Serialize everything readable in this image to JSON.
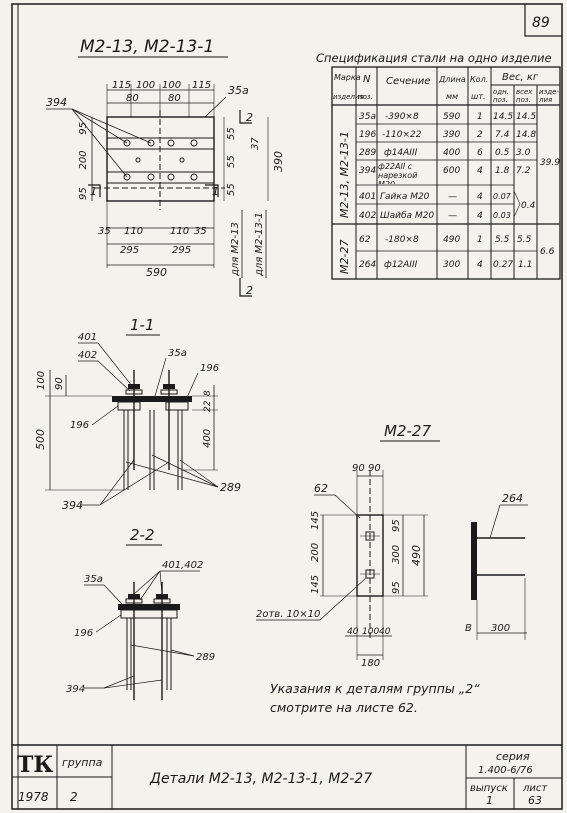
{
  "sheet_number": "89",
  "main_title": "М2-13, М2-13-1",
  "spec_title": "Спецификация стали на одно изделие",
  "spec_table": {
    "headers": {
      "mark": [
        "Марка",
        "изделия"
      ],
      "pos": [
        "N",
        "поз."
      ],
      "section": "Сечение",
      "length": [
        "Длина",
        "мм"
      ],
      "qty": [
        "Кол.",
        "шт."
      ],
      "weight": "Вес, кг",
      "weight_one": [
        "одн.",
        "поз."
      ],
      "weight_all": [
        "всех",
        "поз."
      ],
      "weight_prod": [
        "изде-",
        "лия"
      ]
    },
    "group1_mark": "М2-13, М2-13-1",
    "group2_mark": "М2-27",
    "rows": [
      {
        "pos": "35а",
        "section": "-390×8",
        "length": "590",
        "qty": "1",
        "w_one": "14.5",
        "w_all": "14.5"
      },
      {
        "pos": "196",
        "section": "-110×22",
        "length": "390",
        "qty": "2",
        "w_one": "7.4",
        "w_all": "14.8"
      },
      {
        "pos": "289",
        "section": "ф14АIII",
        "length": "400",
        "qty": "6",
        "w_one": "0.5",
        "w_all": "3.0"
      },
      {
        "pos": "394",
        "section": "ф22АII с нарезкой М20",
        "length": "600",
        "qty": "4",
        "w_one": "1.8",
        "w_all": "7.2"
      },
      {
        "pos": "401",
        "section": "Гайка М20",
        "length": "—",
        "qty": "4",
        "w_one": "0.07",
        "w_all": ""
      },
      {
        "pos": "402",
        "section": "Шайба М20",
        "length": "—",
        "qty": "4",
        "w_one": "0.03",
        "w_all": ""
      },
      {
        "pos": "62",
        "section": "-180×8",
        "length": "490",
        "qty": "1",
        "w_one": "5.5",
        "w_all": "5.5"
      },
      {
        "pos": "264",
        "section": "ф12АIII",
        "length": "300",
        "qty": "4",
        "w_one": "0.27",
        "w_all": "1.1"
      }
    ],
    "nuts_washers_total": "0.4",
    "product_weight_1": "39.9",
    "product_weight_2": "6.6"
  },
  "plan_view": {
    "dims_top": [
      "115",
      "100",
      "100",
      "115"
    ],
    "dims_top2": [
      "80",
      "80"
    ],
    "dims_left": [
      "95",
      "200",
      "95"
    ],
    "dims_bottom1": [
      "35",
      "110",
      "110",
      "35"
    ],
    "dims_bottom2": [
      "295",
      "295"
    ],
    "dim_total": "590",
    "dims_right": [
      "55",
      "55",
      "55"
    ],
    "dim_right_total": "390",
    "dim_right_inner": "37",
    "pos_394": "394",
    "pos_35a": "35а",
    "cut_1": "1",
    "cut_2": "2",
    "label_m2_13": "для М2-13",
    "label_m2_13_1": "для М2-13-1"
  },
  "section_1_1": {
    "title": "1-1",
    "pos_labels": [
      "401",
      "402",
      "35а",
      "196",
      "196",
      "394",
      "289"
    ],
    "dims": [
      "100",
      "90",
      "500",
      "8",
      "22",
      "400"
    ]
  },
  "section_2_2": {
    "title": "2-2",
    "pos_labels": [
      "35а",
      "401,402",
      "196",
      "289",
      "394"
    ]
  },
  "m2_27": {
    "title": "М2-27",
    "pos_labels": [
      "62",
      "264"
    ],
    "dims_top": [
      "90",
      "90"
    ],
    "dims_left": [
      "145",
      "200",
      "145"
    ],
    "dims_right": [
      "95",
      "300",
      "95"
    ],
    "dim_right_total": "490",
    "dims_bottom": [
      "40",
      "100",
      "40"
    ],
    "dim_bottom_total": "180",
    "holes": "2отв. 10×10",
    "side_dim": "300",
    "side_label": "В"
  },
  "note": [
    "Указания к деталям группы „2“",
    "смотрите на листе 62."
  ],
  "title_block": {
    "logo": "ТК",
    "group_label": "группа",
    "group_value": "2",
    "year": "1978",
    "title": "Детали М2-13, М2-13-1, М2-27",
    "series_label": "серия",
    "series_value": "1.400-6/76",
    "issue_label": "выпуск",
    "issue_value": "1",
    "sheet_label": "лист",
    "sheet_value": "63"
  }
}
